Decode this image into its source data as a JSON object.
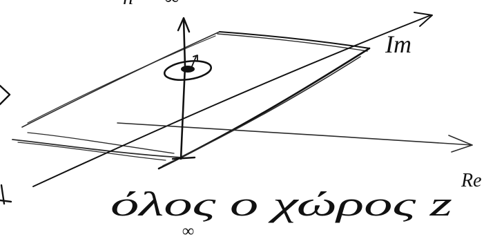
{
  "labels": {
    "top_label": "h = -∞",
    "im_axis": "Im",
    "re_axis": "Re",
    "whole_space": "όλος ο χώρος z",
    "subscript": "∞"
  },
  "ink_color": "#111111",
  "background_color": "#ffffff"
}
